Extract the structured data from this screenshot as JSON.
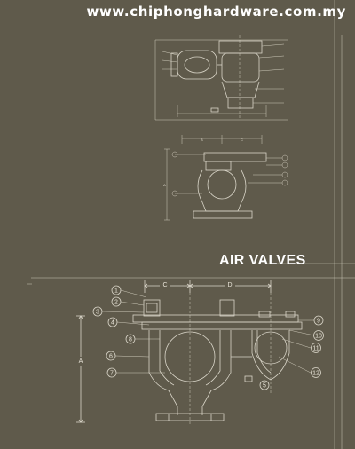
{
  "header": {
    "url": "www.chiphonghardware.com.my"
  },
  "title": "AIR VALVES",
  "drawing_main": {
    "dimension_labels": [
      "C",
      "D",
      "A"
    ],
    "callouts": [
      "1",
      "2",
      "3",
      "4",
      "5",
      "6",
      "7",
      "8",
      "9",
      "10",
      "11",
      "12"
    ]
  },
  "drawing_middle": {
    "dimension_labels": [
      "B",
      "C",
      "A"
    ]
  },
  "colors": {
    "background": "#5f5a4b",
    "lines": "#d9d5c8",
    "text": "#ffffff"
  }
}
